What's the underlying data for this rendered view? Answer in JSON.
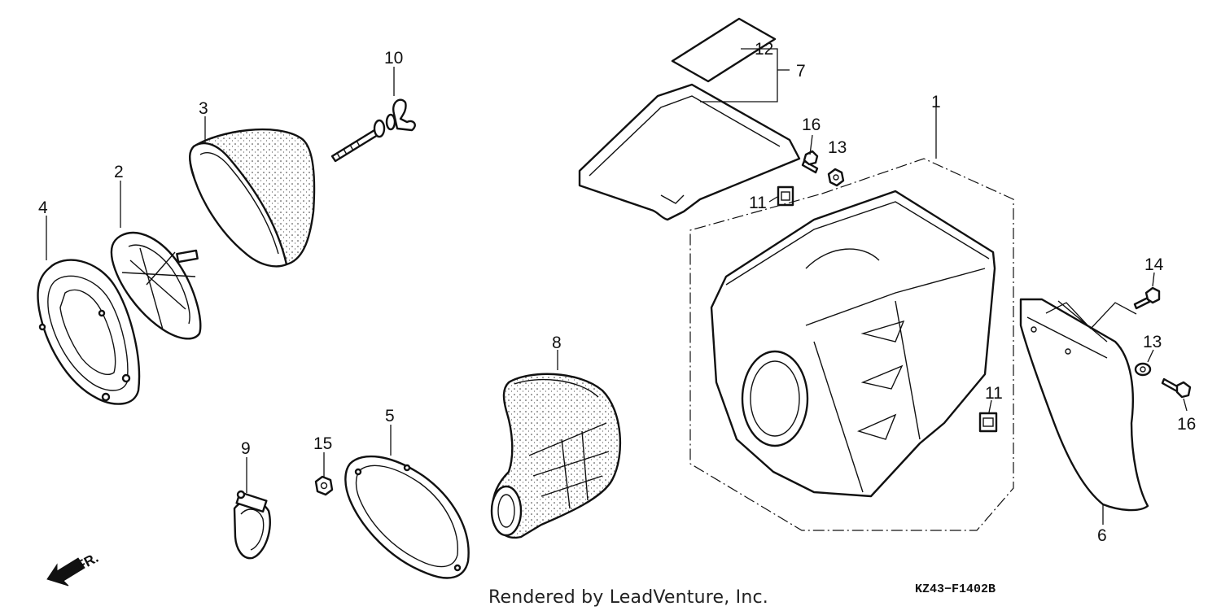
{
  "diagram": {
    "callouts": [
      "1",
      "2",
      "3",
      "4",
      "5",
      "6",
      "7",
      "8",
      "9",
      "10",
      "11",
      "11",
      "12",
      "13",
      "13",
      "14",
      "15",
      "16",
      "16"
    ],
    "direction_label": "FR.",
    "credit": "Rendered by LeadVenture, Inc.",
    "diagram_code": "KZ43−F1402B"
  }
}
